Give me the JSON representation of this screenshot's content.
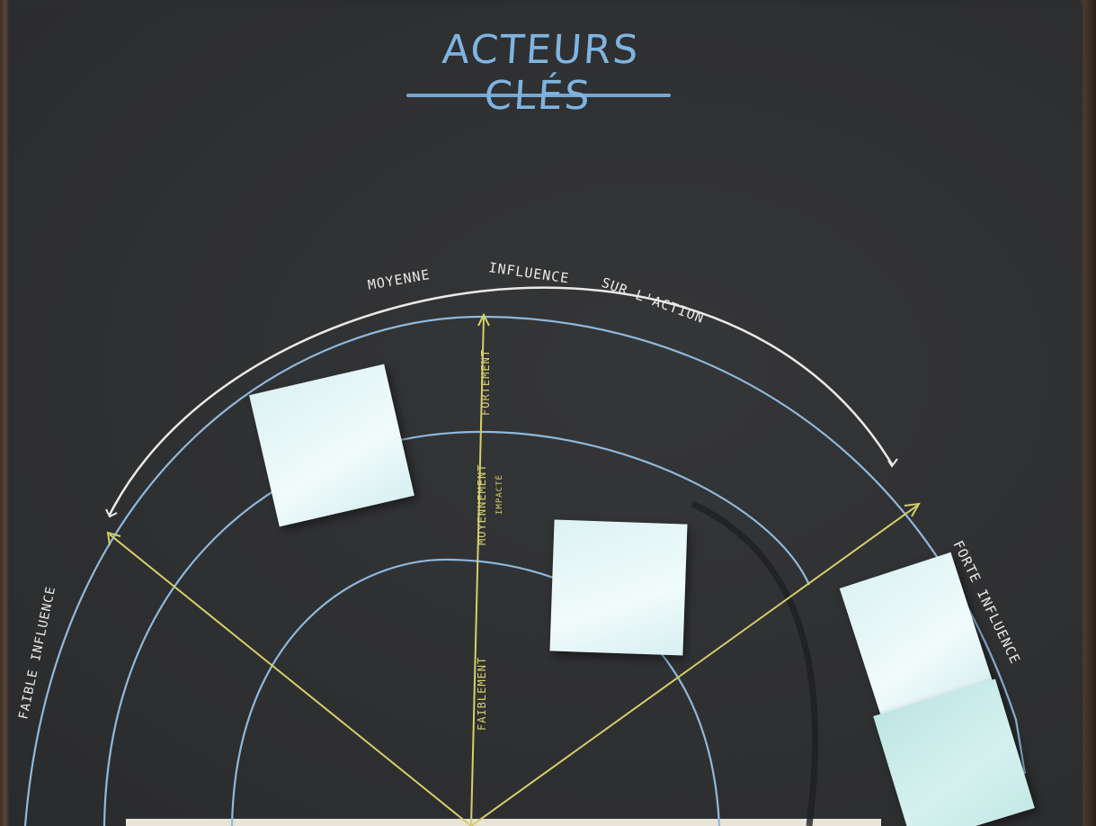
{
  "title": "ACTEURS CLÉS",
  "labels": {
    "top_arc_1": "MOYENNE",
    "top_arc_2": "INFLUENCE",
    "top_arc_3": "SUR L'ACTION",
    "left": "FAIBLE INFLUENCE",
    "right": "FORTE INFLUENCE"
  },
  "axis_labels": {
    "outer": "FORTEMENT",
    "middle_1": "MOYENNEMENT",
    "middle_2": "IMPACTÉ",
    "inner": "FAIBLEMENT"
  },
  "colors": {
    "board": "#2f3032",
    "chalk_white": "#e9e9e6",
    "chalk_blue": "#7fb4e0",
    "chalk_yellow": "#d6cf6a",
    "sticky_note": "#e6f7f8"
  }
}
